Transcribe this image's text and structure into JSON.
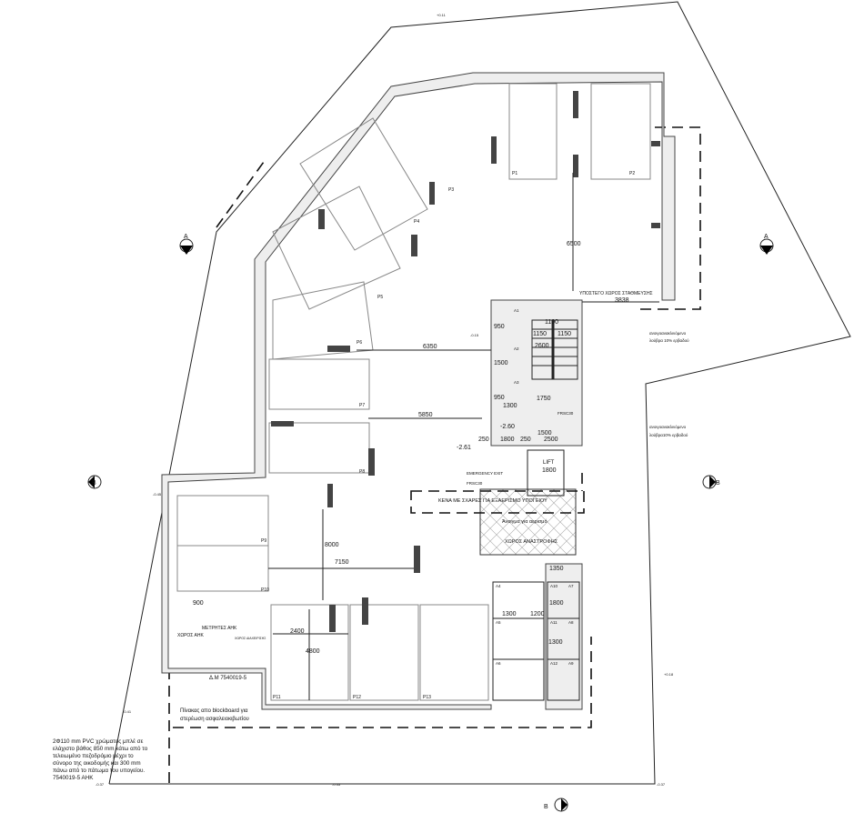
{
  "section_markers": {
    "a_left": "A",
    "a_right": "A",
    "b_left": "B",
    "b_right": "B",
    "b_bottom": "B"
  },
  "labels": {
    "ventilation_grilles": "ΚΕΝΑ ΜΕ ΣΧΑΡΕΣ ΓΙΑ ΕΞΑΕΡΙΣΜΟ ΥΠΟΓΕΙΟΥ",
    "ventilation_opening": "Άνοιγμα για αερισμό",
    "turning_area": "ΧΩΡΟΣ ΑΝΑΣΤΡΟΦΗΣ",
    "covered_parking": "ΥΠΟΣΤΕΓΟ ΧΩΡΟΣ ΣΤΑΘΜΕΥΣΗΣ",
    "eac_room": "ΧΩΡΟΣ ΑΗΚ",
    "eac_meters": "ΜΕΤΡΗΤΕΣ ΑΗΚ",
    "eac_small": "ΧΩΡΟΣ ΔΙΑΧΕΙΡΙΣΗΣ",
    "eac_account": "Δ.Μ 7540019-5",
    "lift": "LIFT",
    "emergency_exit": "EMERGENCY EXIT",
    "fire_rating": "FRSC30",
    "fire_rating_2": "FRSC30",
    "louvre_1a": "ανοιγοανακλινόμενο",
    "louvre_1b": "λούβρα 10% ερβαδού",
    "louvre_2a": "ανοιγοανακλινόμενο",
    "louvre_2b": "λούβρα10% ερβαδού",
    "blockboard_1": "Πίνακας απο blockboard για",
    "blockboard_2": "στερέωση ασφαλειοκιβωτίου",
    "pipe_note": [
      "2Φ110 mm PVC χρώματος μπλέ σε",
      "ελάχιστο βάθος 850 mm κάτω από το",
      "τελειωμένο πεζοδρόμιο μέχρι το",
      "σύνορο της οικοδομής και 300 mm",
      "πάνω από το πάτωμα του υπογείου.",
      "7540019-5 ΑΗΚ"
    ]
  },
  "dimensions": {
    "d6500": "6500",
    "d3838": "3838",
    "d6350": "6350",
    "d5850": "5850",
    "d7150": "7150",
    "d8000": "8000",
    "d2400": "2400",
    "d4800": "4800",
    "d1500a": "1500",
    "d1500b": "1500",
    "d1300a": "1300",
    "d1800a": "1800",
    "d2500": "2500",
    "d1800b": "1800",
    "d250a": "250",
    "d250b": "250",
    "d1100": "1100",
    "d1150a": "1150",
    "d1150b": "1150",
    "d2600": "2600",
    "d1750": "1750",
    "d950a": "950",
    "d950b": "950",
    "d900": "900",
    "d1350": "1350",
    "d1200": "1200",
    "d1300b": "1300",
    "d1300c": "1300",
    "d1800c": "1800"
  },
  "levels": {
    "l1": "-2.60",
    "l2": "-2.61",
    "l3": "-0.15",
    "l4": "+0.11",
    "l5": "-0.41",
    "l6": "-0.37",
    "l7": "-0.35",
    "l8": "-0.37",
    "l9": "-0.45",
    "l10": "+0.18"
  },
  "parking": [
    "P1",
    "P2",
    "P3",
    "P4",
    "P5",
    "P6",
    "P7",
    "P8",
    "P9",
    "P10",
    "P11",
    "P12",
    "P13"
  ],
  "storage": [
    "A1",
    "A2",
    "A3",
    "A4",
    "A5",
    "A6",
    "A7",
    "A8",
    "A9",
    "A10",
    "A11",
    "A12"
  ]
}
